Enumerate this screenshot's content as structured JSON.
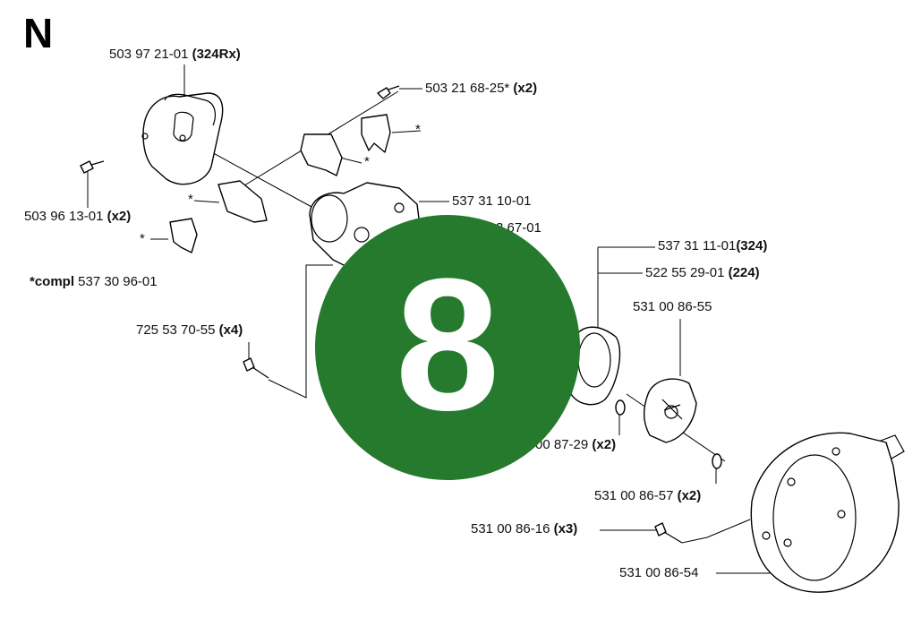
{
  "section_letter": "N",
  "badge": {
    "number": "8",
    "color": "#267a2e"
  },
  "labels": {
    "p1": {
      "num": "503 97 21-01",
      "note": "(324Rx)"
    },
    "p2": {
      "num": "503 21 68-25*",
      "note": "(x2)"
    },
    "p3": {
      "num": "*",
      "note": ""
    },
    "p4": {
      "num": "*",
      "note": ""
    },
    "p5": {
      "num": "*",
      "note": ""
    },
    "p6": {
      "num": "537 31 10-01",
      "note": ""
    },
    "p7": {
      "num": "503 96 13-01",
      "note": "(x2)"
    },
    "p8": {
      "num": "*",
      "note": ""
    },
    "p9": {
      "num": "3 67-01",
      "note": ""
    },
    "p10": {
      "num": "537 31 11-01",
      "note": "(324)"
    },
    "p11": {
      "num": "522 55 29-01",
      "note": "(224)"
    },
    "p12": {
      "num": "531 00 86-55",
      "note": ""
    },
    "p13": {
      "num": "725 53 70-55",
      "note": "(x4)"
    },
    "p14": {
      "num": "00 87-29",
      "note": "(x2)"
    },
    "p15": {
      "num": "531 00 86-57",
      "note": "(x2)"
    },
    "p16": {
      "num": "531 00 86-16",
      "note": "(x3)"
    },
    "p17": {
      "num": "531 00 86-54",
      "note": ""
    },
    "compl": {
      "prefix": "*compl",
      "num": " 537 30 96-01"
    }
  }
}
